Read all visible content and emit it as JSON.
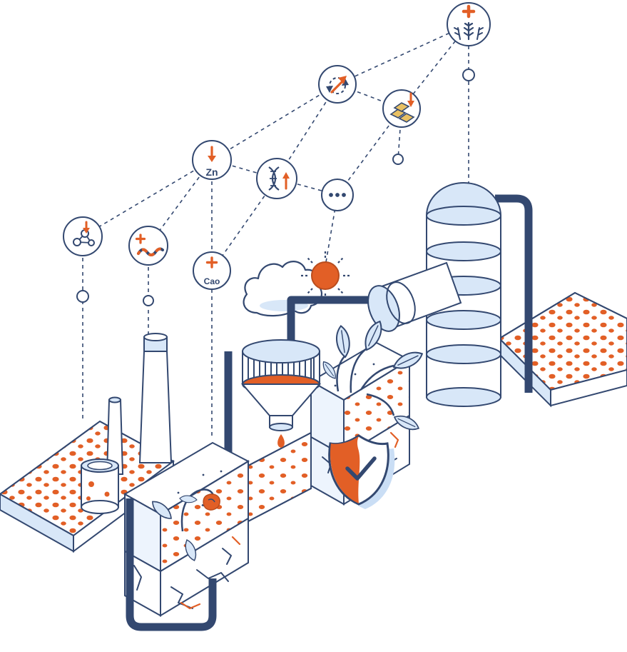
{
  "illustration": {
    "name": "soil-remediation-isometric-infographic",
    "labels": {
      "zinc": "Zn",
      "cao": "Cao"
    },
    "colors": {
      "navy": "#334870",
      "orange": "#e25f26",
      "light_blue": "#d8e7f8",
      "pale_blue": "#edf4fd",
      "shadow_blue": "#cadef5",
      "gold": "#e8c063",
      "white": "#ffffff"
    },
    "icons": [
      "crop-increase-badge",
      "cycle-increase-badge",
      "gold-decrease-badge",
      "zinc-decrease-badge",
      "dna-increase-badge",
      "more-factors-badge",
      "molecule-decrease-badge",
      "soil-organism-increase-badge",
      "cao-increase-badge",
      "sun-icon",
      "cloud-icon",
      "processing-column",
      "mixer-drum",
      "funnel-hopper",
      "water-drop-icon",
      "tall-chimney",
      "thin-chimney",
      "small-tank",
      "soil-plot-left",
      "soil-plot-right",
      "plant-leaves",
      "shield-check-icon",
      "wilted-flower",
      "cracked-soil",
      "pipes"
    ]
  }
}
